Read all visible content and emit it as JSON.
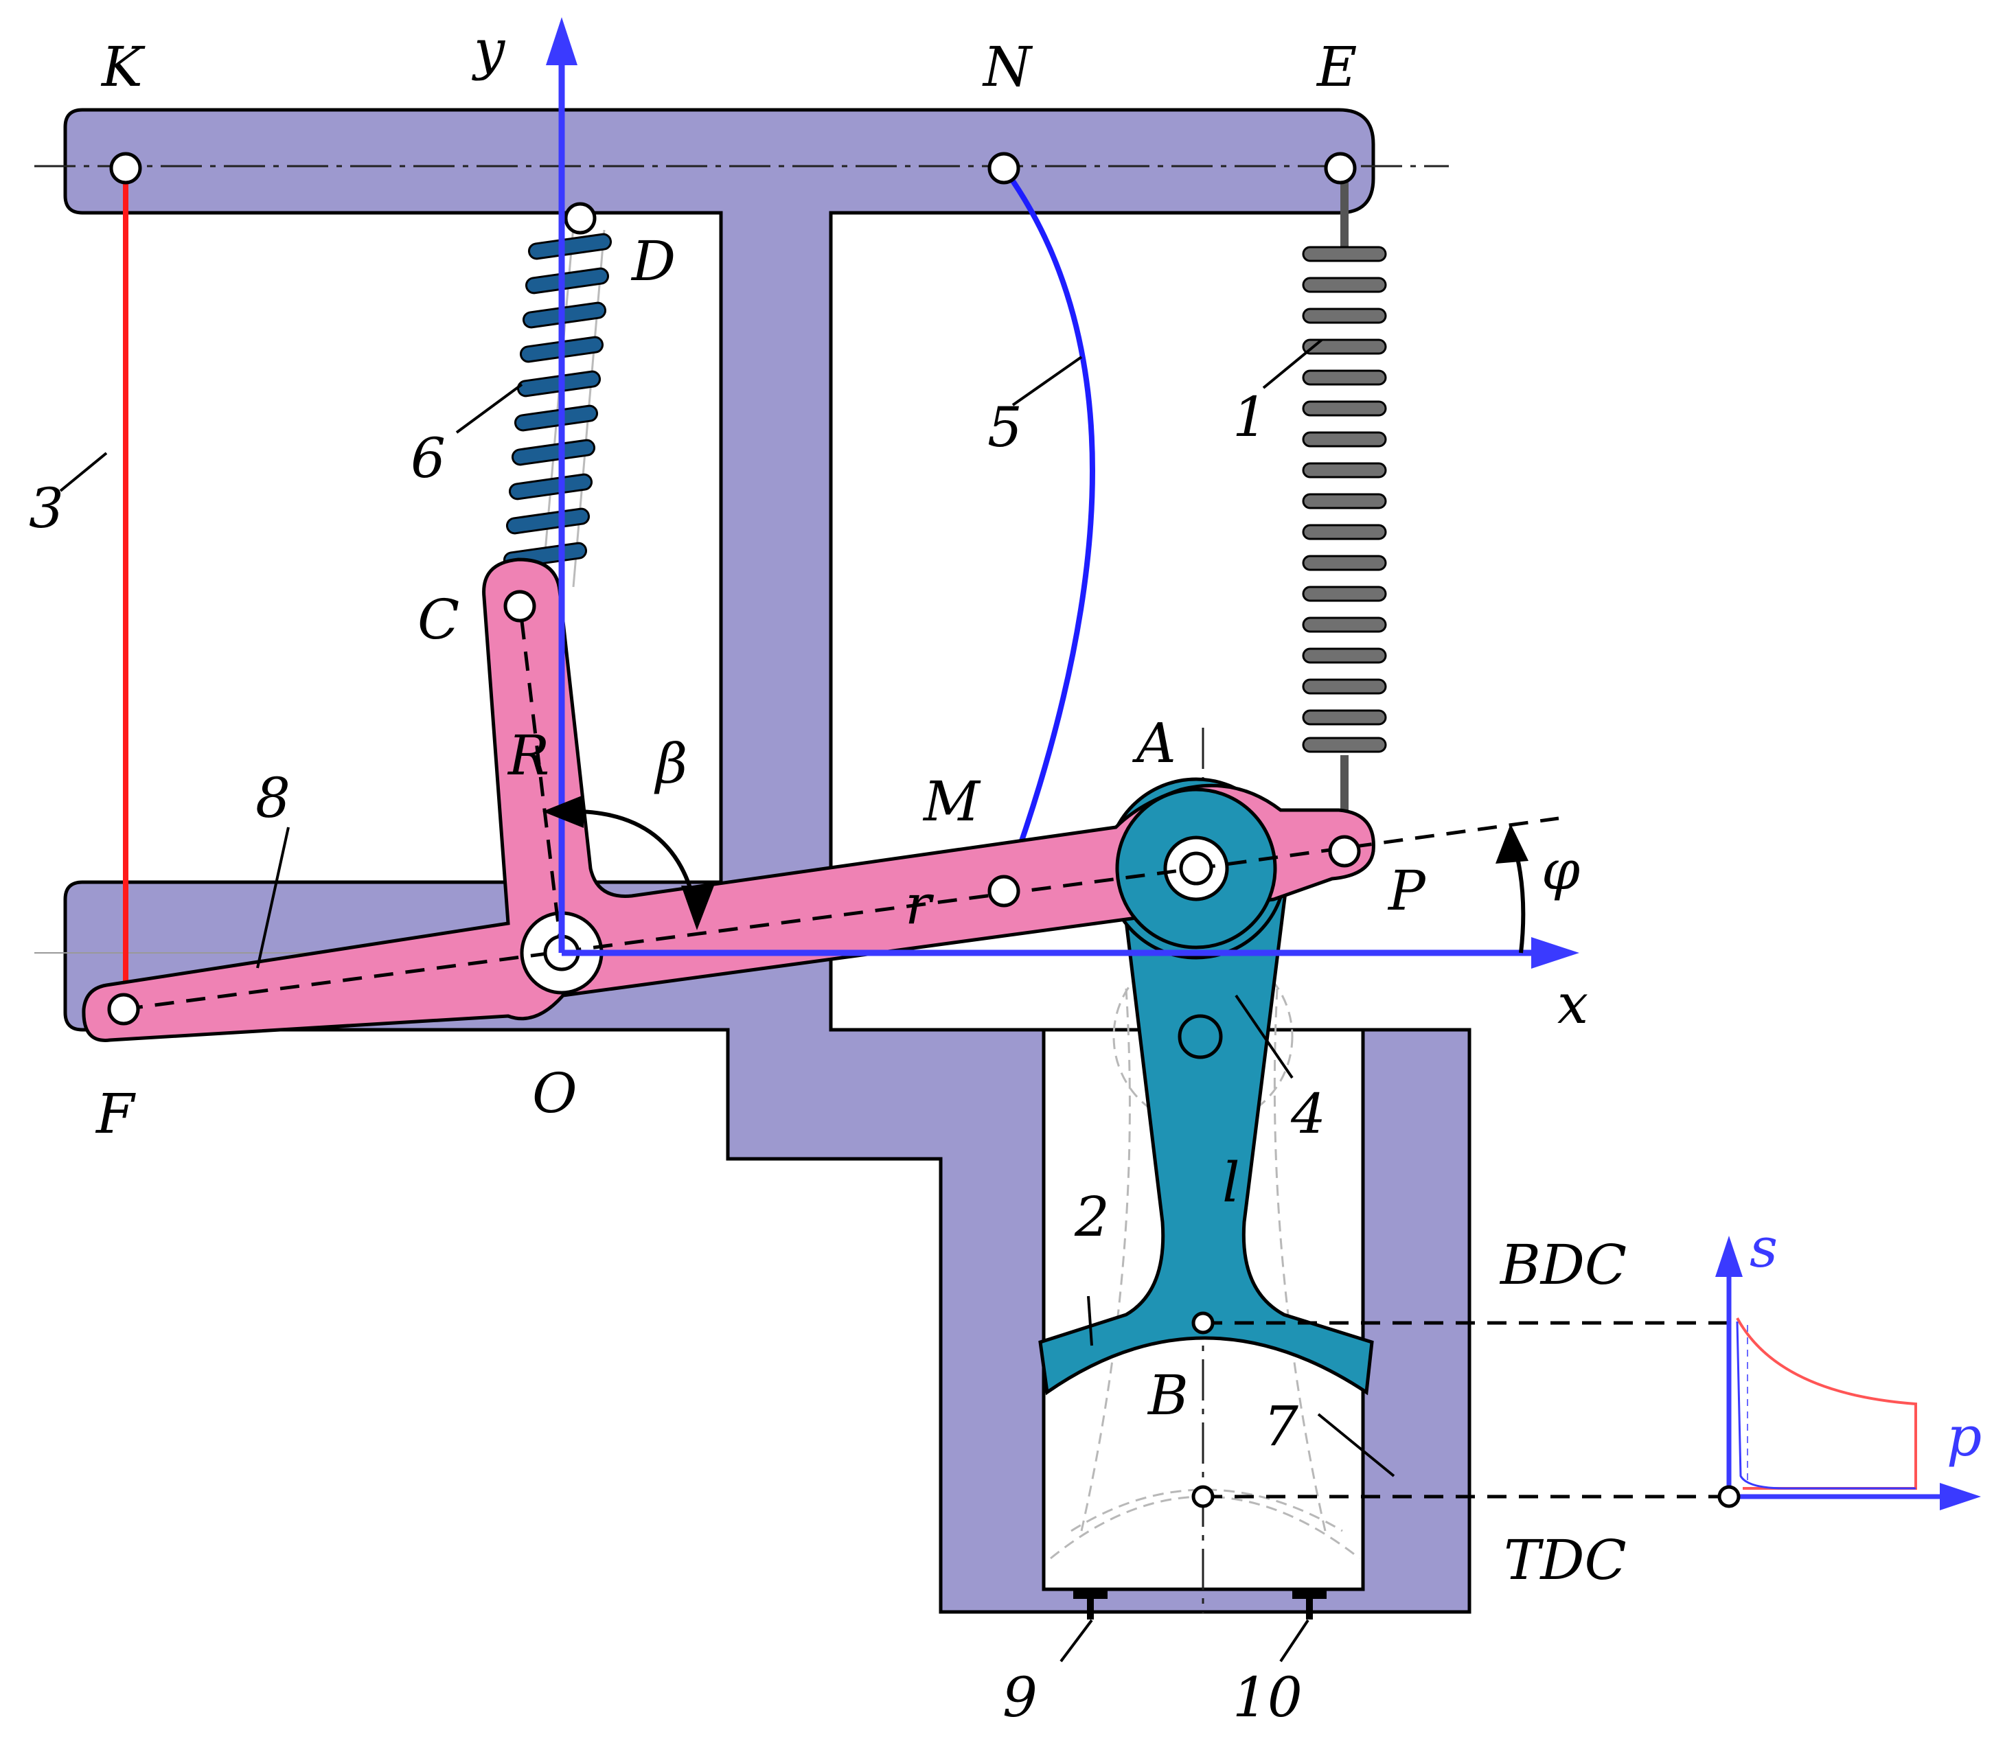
{
  "points": {
    "K": "K",
    "N": "N",
    "E": "E",
    "D": "D",
    "C": "C",
    "R": "R",
    "A": "A",
    "M": "M",
    "P": "P",
    "F": "F",
    "O": "O",
    "B": "B",
    "r": "r",
    "l": "l"
  },
  "axes": {
    "x": "x",
    "y": "y",
    "s": "s",
    "p": "p"
  },
  "angles": {
    "beta": "β",
    "phi": "φ"
  },
  "parts": [
    "1",
    "2",
    "3",
    "4",
    "5",
    "6",
    "7",
    "8",
    "9",
    "10"
  ],
  "positions": {
    "bdc": "BDC",
    "tdc": "TDC"
  },
  "colors": {
    "frame": "#9d99cf",
    "lever": "#ef82b4",
    "conrod": "#1f93b4",
    "spring_blue": "#1b5d92",
    "spring_grey": "#707070",
    "axis": "#3a3aff",
    "rod_red": "#ff1a1a",
    "curve_red": "#ff5555"
  }
}
